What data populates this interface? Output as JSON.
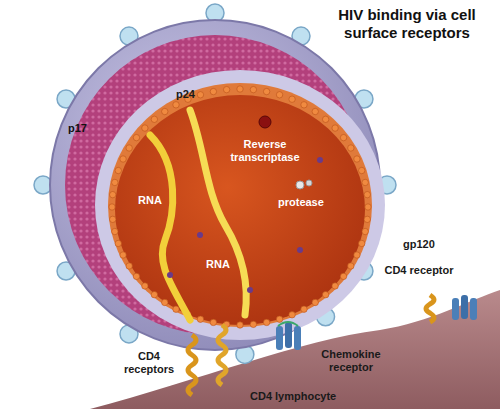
{
  "diagram": {
    "title": "HIV binding via cell surface receptors",
    "labels": [
      "p24",
      "p17",
      "Reverse transcriptase",
      "RNA",
      "protease",
      "RNA",
      "gp120",
      "CD4 receptor",
      "Chemokine receptor",
      "CD4 receptors",
      "CD4 lymphocyte"
    ]
  }
}
